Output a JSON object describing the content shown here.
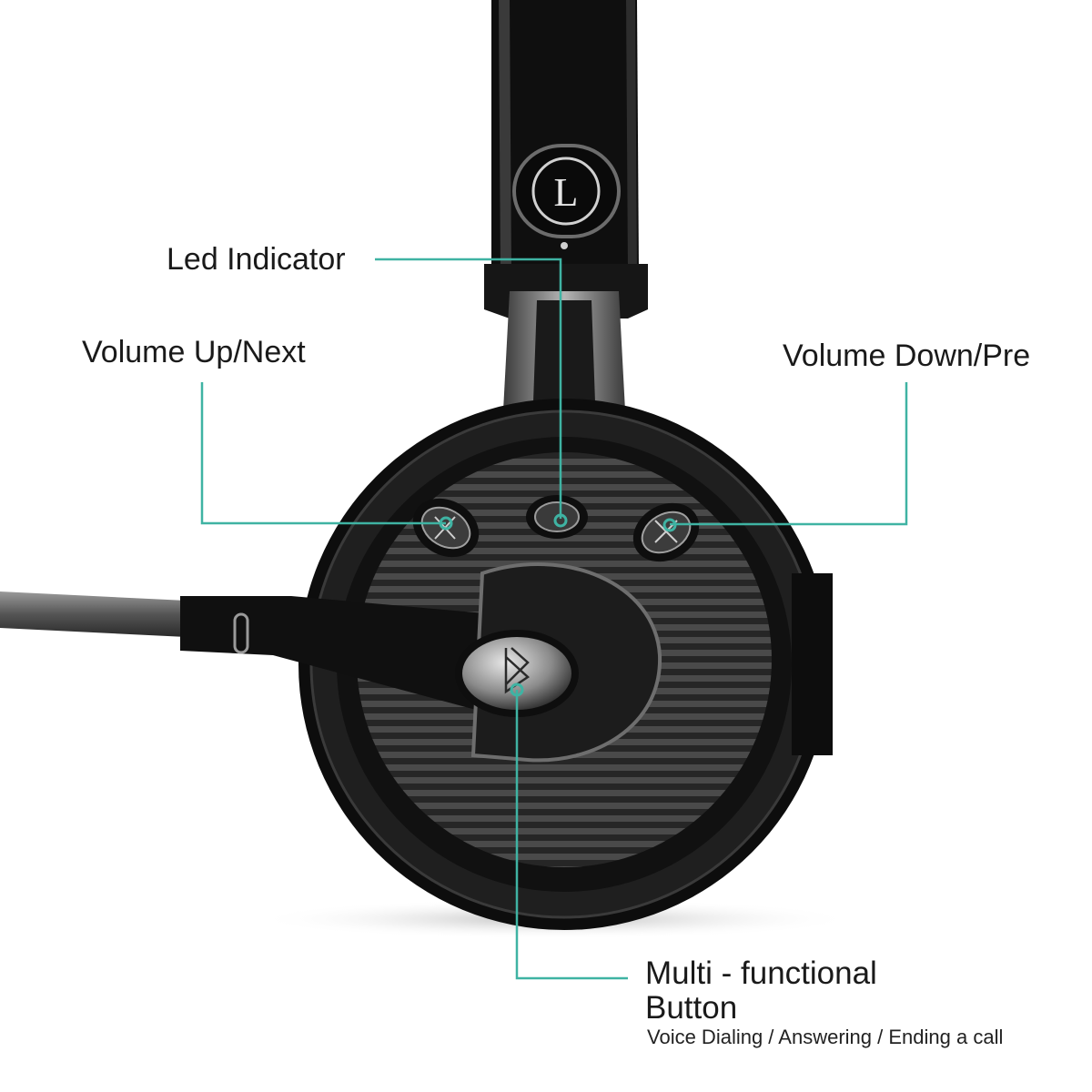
{
  "callouts": {
    "led_indicator": "Led Indicator",
    "volume_up": "Volume Up/Next",
    "volume_down": "Volume Down/Pre",
    "multi_functional_line1": "Multi - functional",
    "multi_functional_line2": "Button",
    "multi_functional_note": "Voice Dialing / Answering / Ending a call"
  },
  "headband_mark": "L",
  "colors": {
    "callout_line": "#3fb3a3",
    "headset_body": "#111111",
    "metal": "#7a7a7a"
  },
  "icons": [
    "bluetooth-icon",
    "led-indicator-icon",
    "volume-up-button-icon",
    "volume-down-button-icon"
  ]
}
